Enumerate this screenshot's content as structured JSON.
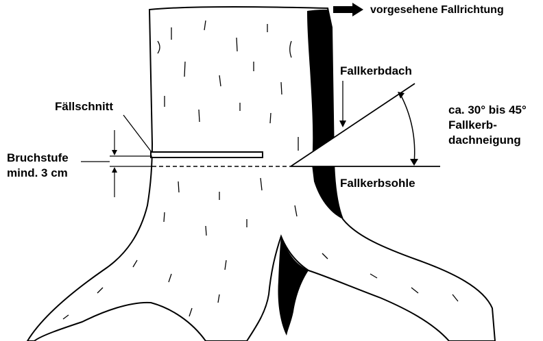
{
  "legend": {
    "arrow_icon": "right-arrow-icon",
    "text": "vorgesehene Fallrichtung"
  },
  "labels": {
    "fallkerbdach": "Fallkerbdach",
    "faellschnitt": "Fällschnitt",
    "neigung_line1": "ca. 30° bis 45°",
    "neigung_line2": "Fallkerb-",
    "neigung_line3": "dachneigung",
    "bruchstufe_line1": "Bruchstufe",
    "bruchstufe_line2": "mind. 3 cm",
    "fallkerbsohle": "Fallkerbsohle"
  },
  "colors": {
    "ink": "#000000",
    "paper": "#ffffff"
  }
}
